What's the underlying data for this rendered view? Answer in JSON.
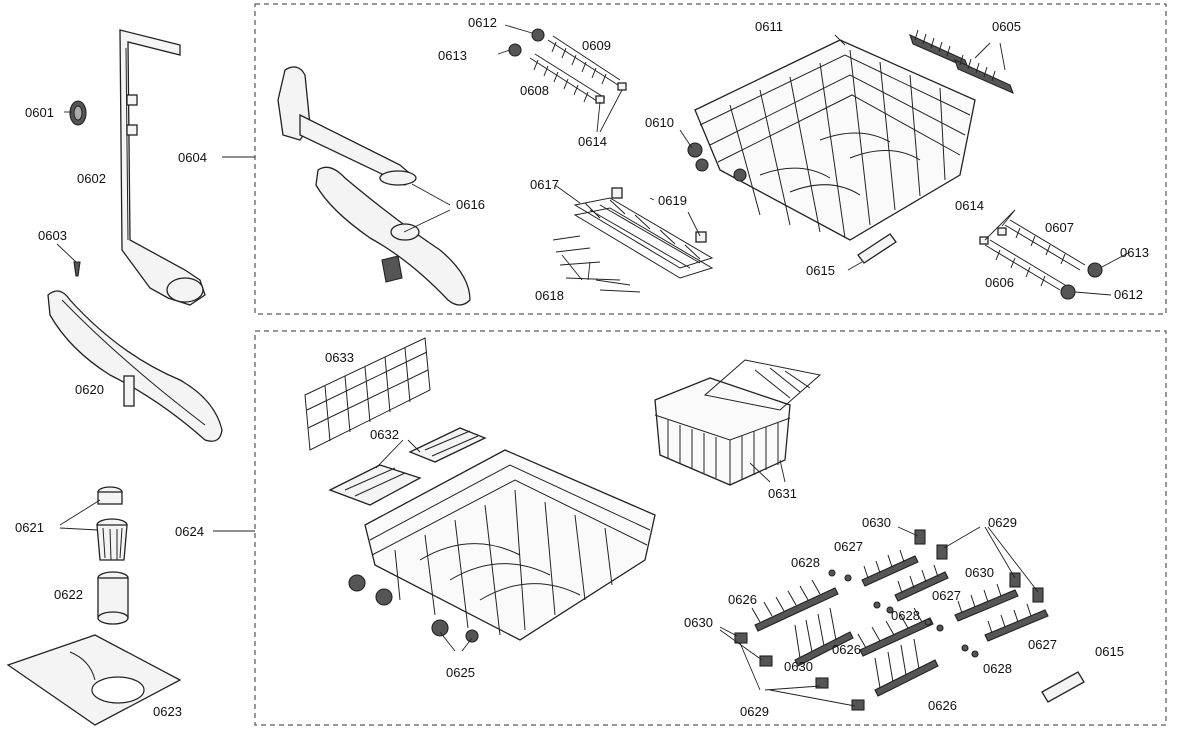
{
  "diagram": {
    "labels": {
      "l0601": "0601",
      "l0602": "0602",
      "l0603": "0603",
      "l0604": "0604",
      "l0605": "0605",
      "l0606": "0606",
      "l0607": "0607",
      "l0608": "0608",
      "l0609": "0609",
      "l0610": "0610",
      "l0611": "0611",
      "l0612a": "0612",
      "l0612b": "0612",
      "l0613a": "0613",
      "l0613b": "0613",
      "l0614a": "0614",
      "l0614b": "0614",
      "l0615a": "0615",
      "l0615b": "0615",
      "l0616": "0616",
      "l0617": "0617",
      "l0618": "0618",
      "l0619": "0619",
      "l0620": "0620",
      "l0621": "0621",
      "l0622": "0622",
      "l0623": "0623",
      "l0624": "0624",
      "l0625": "0625",
      "l0626a": "0626",
      "l0626b": "0626",
      "l0626c": "0626",
      "l0627a": "0627",
      "l0627b": "0627",
      "l0627c": "0627",
      "l0628a": "0628",
      "l0628b": "0628",
      "l0628c": "0628",
      "l0629a": "0629",
      "l0629b": "0629",
      "l0630a": "0630",
      "l0630b": "0630",
      "l0630c": "0630",
      "l0630d": "0630",
      "l0631": "0631",
      "l0632": "0632",
      "l0633": "0633"
    }
  }
}
